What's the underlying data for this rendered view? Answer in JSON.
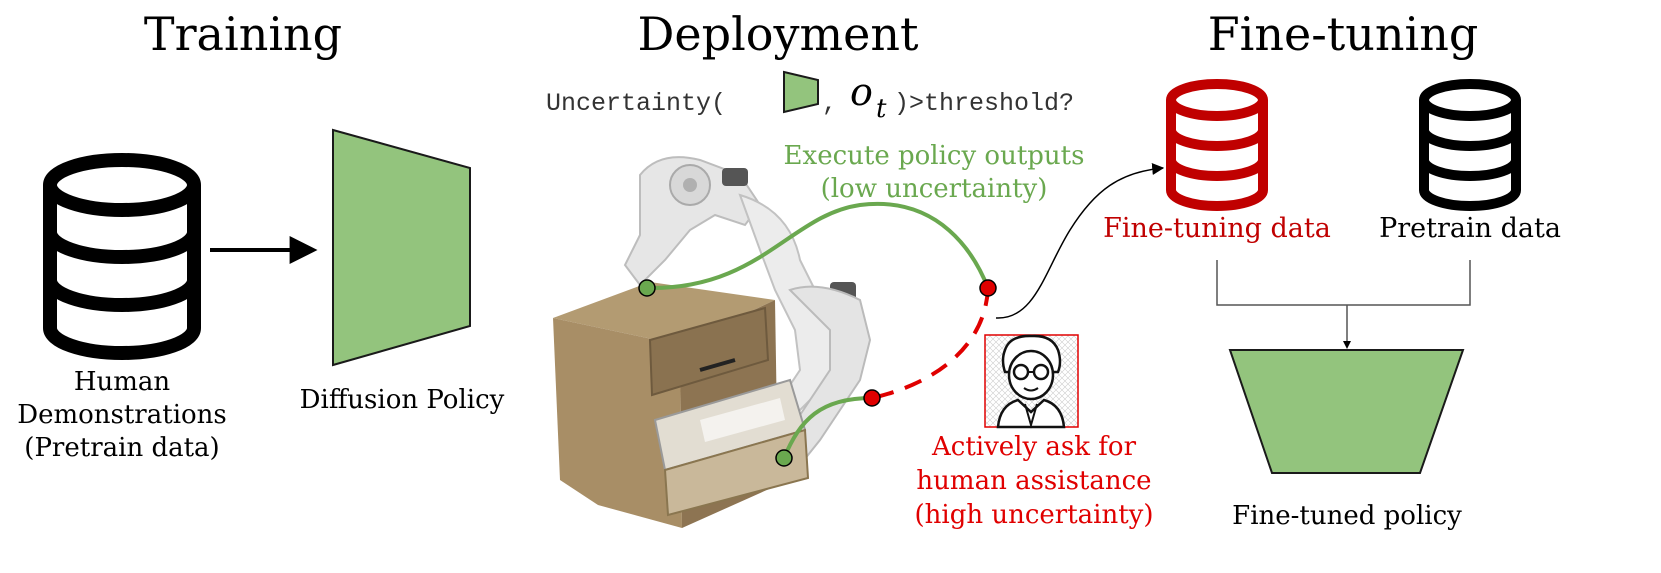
{
  "sections": {
    "training": {
      "title": "Training",
      "db_label_line1": "Human",
      "db_label_line2": "Demonstrations",
      "db_label_line3": "(Pretrain data)",
      "policy_label": "Diffusion Policy"
    },
    "deployment": {
      "title": "Deployment",
      "formula_prefix": "Uncertainty(",
      "formula_obs": "o",
      "formula_sub": "t",
      "formula_suffix": ")>threshold?",
      "low_line1": "Execute policy outputs",
      "low_line2": "(low uncertainty)",
      "high_line1": "Actively ask for",
      "high_line2": "human assistance",
      "high_line3": "(high uncertainty)"
    },
    "finetuning": {
      "title": "Fine-tuning",
      "finetune_data_label": "Fine-tuning data",
      "pretrain_data_label": "Pretrain data",
      "result_label": "Fine-tuned policy"
    }
  },
  "colors": {
    "text": "#000000",
    "policy_fill": "#93c47d",
    "policy_stroke": "#1a1a1a",
    "green_path": "#6aa84f",
    "red_accent": "#e00000",
    "finetune_db": "#c00000",
    "cabinet": "#a89068",
    "robot": "#e6e6e6"
  },
  "icons": {
    "training_db": "database-icon",
    "finetune_db": "database-icon",
    "pretrain_db": "database-icon",
    "human": "human-assistant-icon",
    "policy": "trapezoid-policy-icon"
  }
}
